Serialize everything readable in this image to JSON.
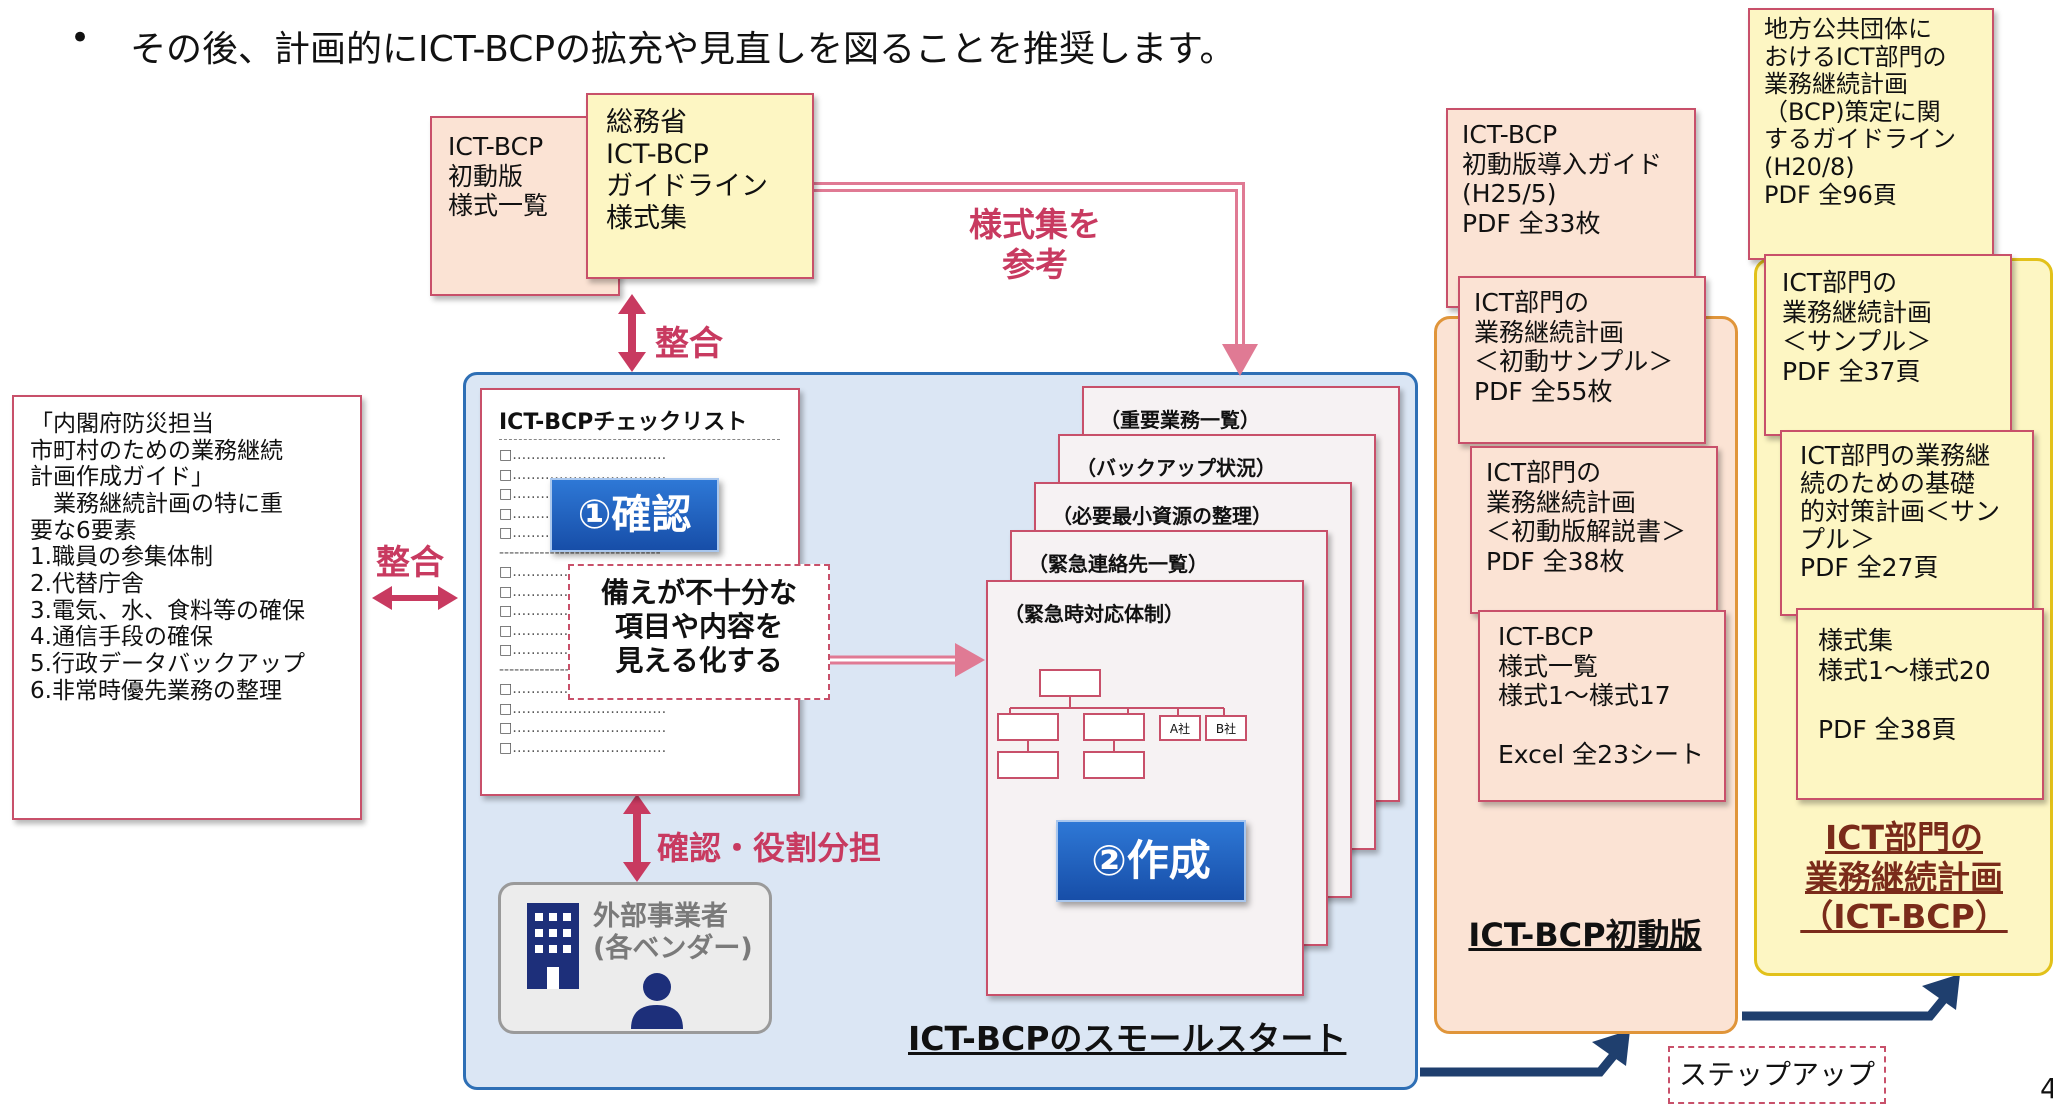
{
  "top": {
    "bullet": "•",
    "text": "その後、計画的にICT-BCPの拡充や見直しを図ることを推奨します。"
  },
  "left_guide": "「内閣府防災担当\n市町村のための業務継続\n計画作成ガイド」\n　業務継続計画の特に重\n要な6要素\n1.職員の参集体制\n2.代替庁舎\n3.電気、水、食料等の確保\n4.通信手段の確保\n5.行政データバックアップ\n6.非常時優先業務の整理",
  "arrows": {
    "seigo_left": "整合",
    "seigo_top": "整合",
    "yoshiki_ref": "様式集を\n参考",
    "kakunin_yakuwari": "確認・役割分担",
    "step_up": "ステップアップ"
  },
  "top_docs": {
    "back": "ICT-BCP\n初動版\n様式一覧",
    "front": "総務省\nICT-BCP\nガイドライン\n様式集"
  },
  "checklist": {
    "title": "ICT-BCPチェックリスト",
    "badge": "①確認",
    "note": "備えが不十分な\n項目や内容を\n見える化する"
  },
  "sheets": [
    "（重要業務一覧）",
    "（バックアップ状況）",
    "（必要最小資源の整理）",
    "（緊急連絡先一覧）",
    "（緊急時対応体制）"
  ],
  "org_chart": {
    "a": "A社",
    "b": "B社"
  },
  "create_badge": "②作成",
  "vendor": "外部事業者\n(各ベンダー)",
  "small_start_title": "ICT-BCPのスモールスタート",
  "initial": {
    "title": "ICT-BCP初動版",
    "docs": [
      "ICT-BCP\n初動版導入ガイド\n(H25/5)\nPDF  全33枚",
      "ICT部門の\n業務継続計画\n＜初動サンプル＞\nPDF  全55枚",
      "ICT部門の\n業務継続計画\n＜初動版解説書＞\nPDF  全38枚",
      "ICT-BCP\n様式一覧\n様式1～様式17\n\nExcel  全23シート"
    ]
  },
  "full": {
    "title": "ICT部門の\n業務継続計画\n（ICT-BCP）",
    "docs": [
      "地方公共団体に\nおけるICT部門の\n業務継続計画\n（BCP)策定に関\nするガイドライン\n(H20/8)\nPDF  全96頁",
      "ICT部門の\n業務継続計画\n＜サンプル＞\nPDF  全37頁",
      "ICT部門の業務継\n続のための基礎\n的対策計画＜サン\nプル＞\nPDF  全27頁",
      "様式集\n様式1～様式20\n\nPDF  全38頁"
    ]
  },
  "page_number": "4",
  "colors": {
    "pink": "#c83a60",
    "navy": "#1f3f6e",
    "blue_badge": "#1a5fc4",
    "small_start_bg": "#dbe6f4",
    "initial_bg": "#fbe3d4",
    "initial_border": "#e0953a",
    "full_bg": "#fdf6c3",
    "full_border": "#e2c11a"
  }
}
